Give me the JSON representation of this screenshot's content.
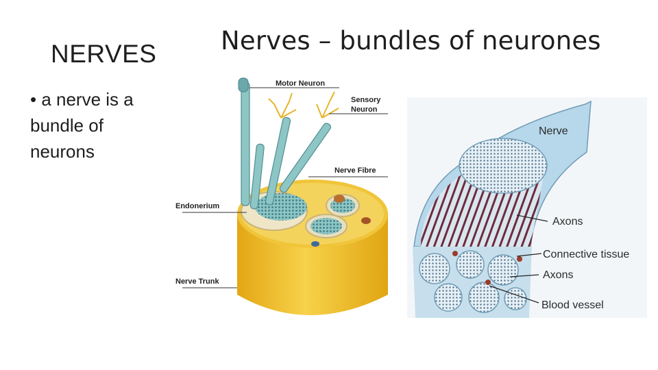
{
  "slide": {
    "title": "NERVES",
    "bullet": "• a nerve is a bundle of neurons",
    "heading": "Nerves – bundles of neurones"
  },
  "left_diagram": {
    "labels": {
      "motor_neuron": "Motor Neuron",
      "sensory_neuron_1": "Sensory",
      "sensory_neuron_2": "Neuron",
      "nerve_fibre": "Nerve Fibre",
      "endonerium": "Endonerium",
      "nerve_trunk": "Nerve Trunk"
    }
  },
  "right_diagram": {
    "labels": {
      "nerve": "Nerve",
      "axons_upper": "Axons",
      "connective_tissue": "Connective tissue",
      "axons_lower": "Axons",
      "blood_vessel": "Blood vessel"
    }
  },
  "colors": {
    "trunk_yellow": "#f2c12a",
    "fibre_teal": "#7fb8b8",
    "nerve_blue": "#a9d0e6",
    "axon_stripe": "#6e2b3a"
  }
}
